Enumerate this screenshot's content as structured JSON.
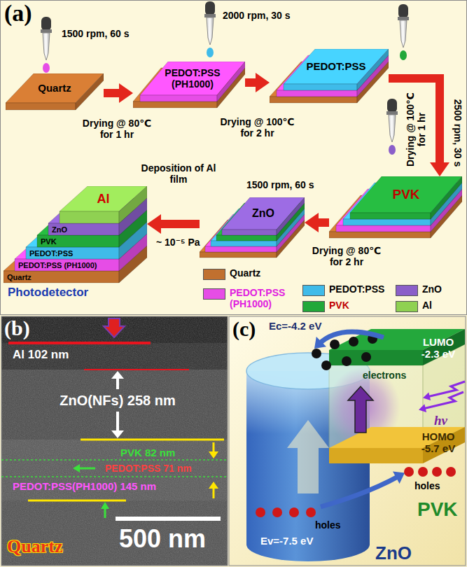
{
  "diagram": {
    "nodes": [
      {
        "text": [
          "Quartz"
        ]
      },
      {
        "text": [
          "PEDOT:PSS (PH1000)"
        ]
      },
      {
        "text": [
          "PEDOT:PSS"
        ]
      },
      {
        "text": [
          "PVK"
        ]
      },
      {
        "text": [
          "ZnO"
        ]
      },
      {
        "text": [
          "Al",
          "ZnO",
          "PVK",
          "PEDOT:PSS",
          "PEDOT:PSS (PH1000)",
          "Quartz",
          "Photodetector"
        ]
      }
    ],
    "edges": [
      {
        "from": 0,
        "to": 1,
        "arrow": "to"
      },
      {
        "from": 1,
        "to": 2,
        "arrow": "to"
      },
      {
        "from": 2,
        "to": 3,
        "arrow": "to"
      },
      {
        "from": 3,
        "to": 4,
        "arrow": "to"
      },
      {
        "from": 4,
        "to": 5,
        "arrow": "to"
      }
    ],
    "labels": [
      "(a)",
      "1500 rpm, 60 s",
      "Drying @ 80℃ for 1 hr",
      "2000 rpm, 30 s",
      "Drying @ 100℃ for 2 hr",
      "2500 rpm, 30 s",
      "Drying @ 100℃ for 1 hr",
      "1500 rpm, 60 s",
      "Drying @ 80℃ for 2 hr",
      "Deposition of Al film",
      "~ 10⁻⁵ Pa",
      "(b)",
      "Al 102 nm",
      "ZnO(NFs) 258 nm",
      "PVK 82 nm",
      "PEDOT:PSS 71 nm",
      "PEDOT:PSS(PH1000) 145 nm",
      "Quartz",
      "500 nm",
      "(c)",
      "Ec=-4.2 eV",
      "electrons",
      "LUMO -2.3 eV",
      "hv",
      "HOMO -5.7 eV",
      "holes",
      "holes",
      "PVK",
      "Ev=-7.5 eV",
      "ZnO"
    ],
    "legend": [
      {
        "text": "Quartz",
        "color": "#c0702f"
      },
      {
        "text": "PEDOT:PSS (PH1000)",
        "color": "#e64de6"
      },
      {
        "text": "PEDOT:PSS",
        "color": "#3fbbe9"
      },
      {
        "text": "ZnO",
        "color": "#8b5fc9"
      },
      {
        "text": "PVK",
        "color": "#22a83a"
      },
      {
        "text": "Al",
        "color": "#8fd152"
      }
    ]
  }
}
